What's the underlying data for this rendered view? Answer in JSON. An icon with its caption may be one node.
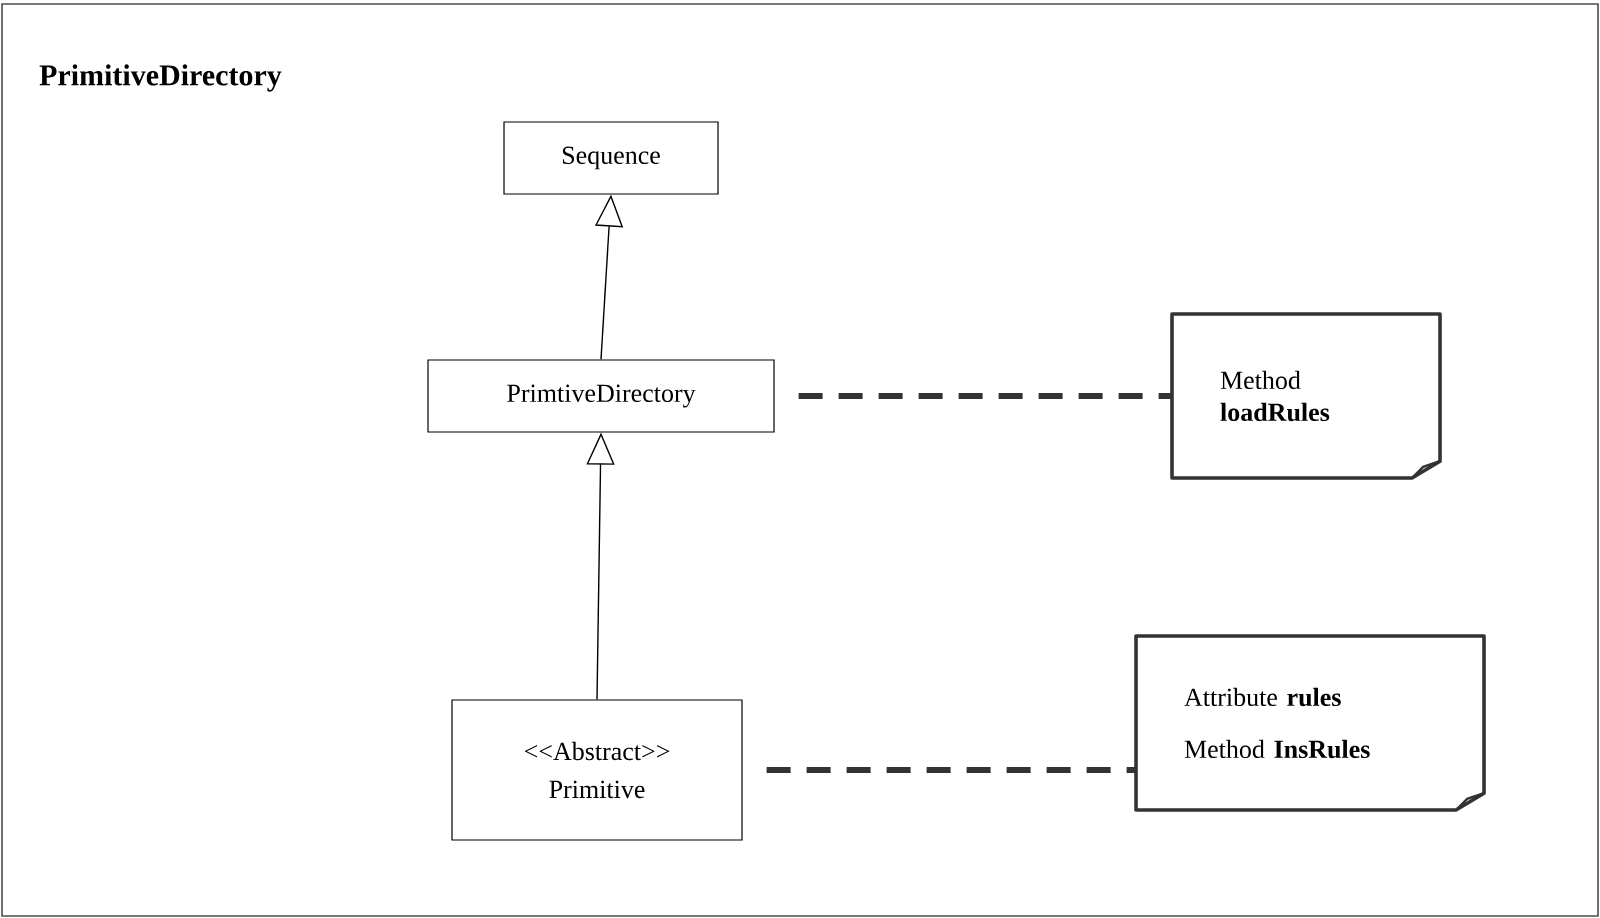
{
  "diagram": {
    "title": "PrimitiveDirectory",
    "nodes": [
      {
        "text": [
          "Sequence"
        ]
      },
      {
        "text": [
          "PrimtiveDirectory"
        ]
      },
      {
        "text": [
          "<<Abstract>>",
          "Primitive"
        ]
      },
      {
        "text": [
          "Method **loadRules**"
        ]
      },
      {
        "text": [
          "Attribute **rules**",
          "Method **InsRules**"
        ]
      }
    ],
    "edges": [
      {
        "from": 1,
        "to": 0,
        "arrow": "to"
      },
      {
        "from": 2,
        "to": 1,
        "arrow": "to"
      },
      {
        "from": 1,
        "to": 3,
        "arrow": "none",
        "style": "dashed"
      },
      {
        "from": 2,
        "to": 4,
        "arrow": "none",
        "style": "dashed"
      }
    ]
  }
}
